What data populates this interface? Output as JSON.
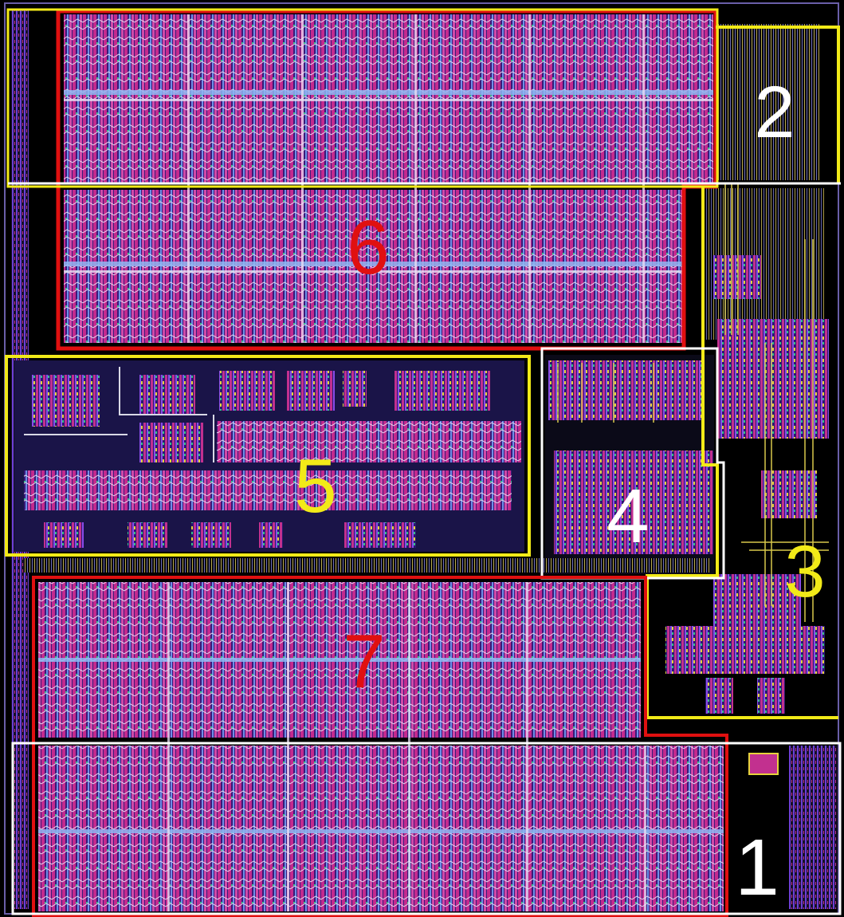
{
  "figure": {
    "background": "#000000",
    "colors": {
      "poly": "#d3248f",
      "metal1": "#6a2fe3",
      "metal2": "#3f7fd6",
      "metal3": "#e6d23c",
      "active": "#2fb07a",
      "trace_white": "#d9d9e6",
      "box_red": "#e01010",
      "box_yellow": "#f2ea18",
      "box_white": "#ffffff"
    },
    "regions": [
      {
        "id": "1",
        "label": "1",
        "outline_color": "#ffffff",
        "label_color": "#ffffff"
      },
      {
        "id": "2",
        "label": "2",
        "outline_color": "#f2ea18",
        "label_color": "#ffffff"
      },
      {
        "id": "3",
        "label": "3",
        "outline_color": "#f2ea18",
        "label_color": "#f2ea18"
      },
      {
        "id": "4",
        "label": "4",
        "outline_color": "#ffffff",
        "label_color": "#ffffff"
      },
      {
        "id": "5",
        "label": "5",
        "outline_color": "#f2ea18",
        "label_color": "#f2ea18"
      },
      {
        "id": "6",
        "label": "6",
        "outline_color": "#e01010",
        "label_color": "#e01010"
      },
      {
        "id": "7",
        "label": "7",
        "outline_color": "#e01010",
        "label_color": "#e01010"
      }
    ]
  }
}
